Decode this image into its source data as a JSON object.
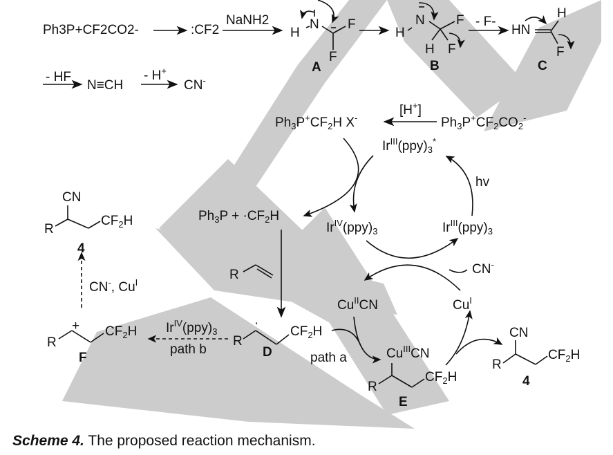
{
  "watermark": {
    "color": "#cccccc",
    "shape": "large stylized 'W' watermark"
  },
  "top_sequence": {
    "reagent_ylide": "Ph3P+CF2CO2-",
    "carbene": ":CF2",
    "step1_reagent": "NaNH2",
    "intermediate_A": {
      "label": "A",
      "atoms": [
        "H",
        "N",
        "H",
        "C-",
        "F",
        "F"
      ]
    },
    "intermediate_B": {
      "label": "B",
      "atoms": [
        "H",
        "N-",
        "C",
        "F",
        "H",
        "F"
      ]
    },
    "step_loss_F": "- F-",
    "intermediate_C": {
      "label": "C",
      "atoms": [
        "HN",
        "C",
        "H",
        "F"
      ]
    },
    "step_loss_HF": "- HF",
    "hcn": "N≡CH",
    "step_loss_H": "- H+",
    "cyanide": "CN-"
  },
  "photocycle": {
    "phosphonium_salt": "Ph3P+CF2H X-",
    "protonation_label": "[H+]",
    "ylide": "Ph3P+CF2CO2-",
    "ir_excited": "IrIII(ppy)3*",
    "light_label": "hv",
    "ir_iv": "IrIV(ppy)3",
    "ir_iii": "IrIII(ppy)3",
    "radical_pair": "Ph3P  + ·CF2H"
  },
  "copper_cycle": {
    "cyanide_in": "CN-",
    "cu_ii": "CuIICN",
    "cu_i": "CuI",
    "cu_iii_label": "CuIIICN",
    "intermediate_E": {
      "label": "E",
      "substituents": [
        "R",
        "CuIIICN",
        "CF2H"
      ]
    },
    "path_a": "path a"
  },
  "side_path": {
    "alkene": "R (vinyl)",
    "radical_D": {
      "label": "D",
      "substituents": [
        "R",
        "CF2H"
      ]
    },
    "oxidant": "IrIV(ppy)3",
    "path_b": "path b",
    "cation_F": {
      "label": "F",
      "substituents": [
        "R",
        "+",
        "CF2H"
      ]
    },
    "reagents_to_4": "CN-, CuI"
  },
  "product": {
    "label": "4",
    "substituents": [
      "CN",
      "R",
      "CF2H"
    ]
  },
  "caption": {
    "bold": "Scheme 4.",
    "text": " The proposed reaction mechanism."
  }
}
